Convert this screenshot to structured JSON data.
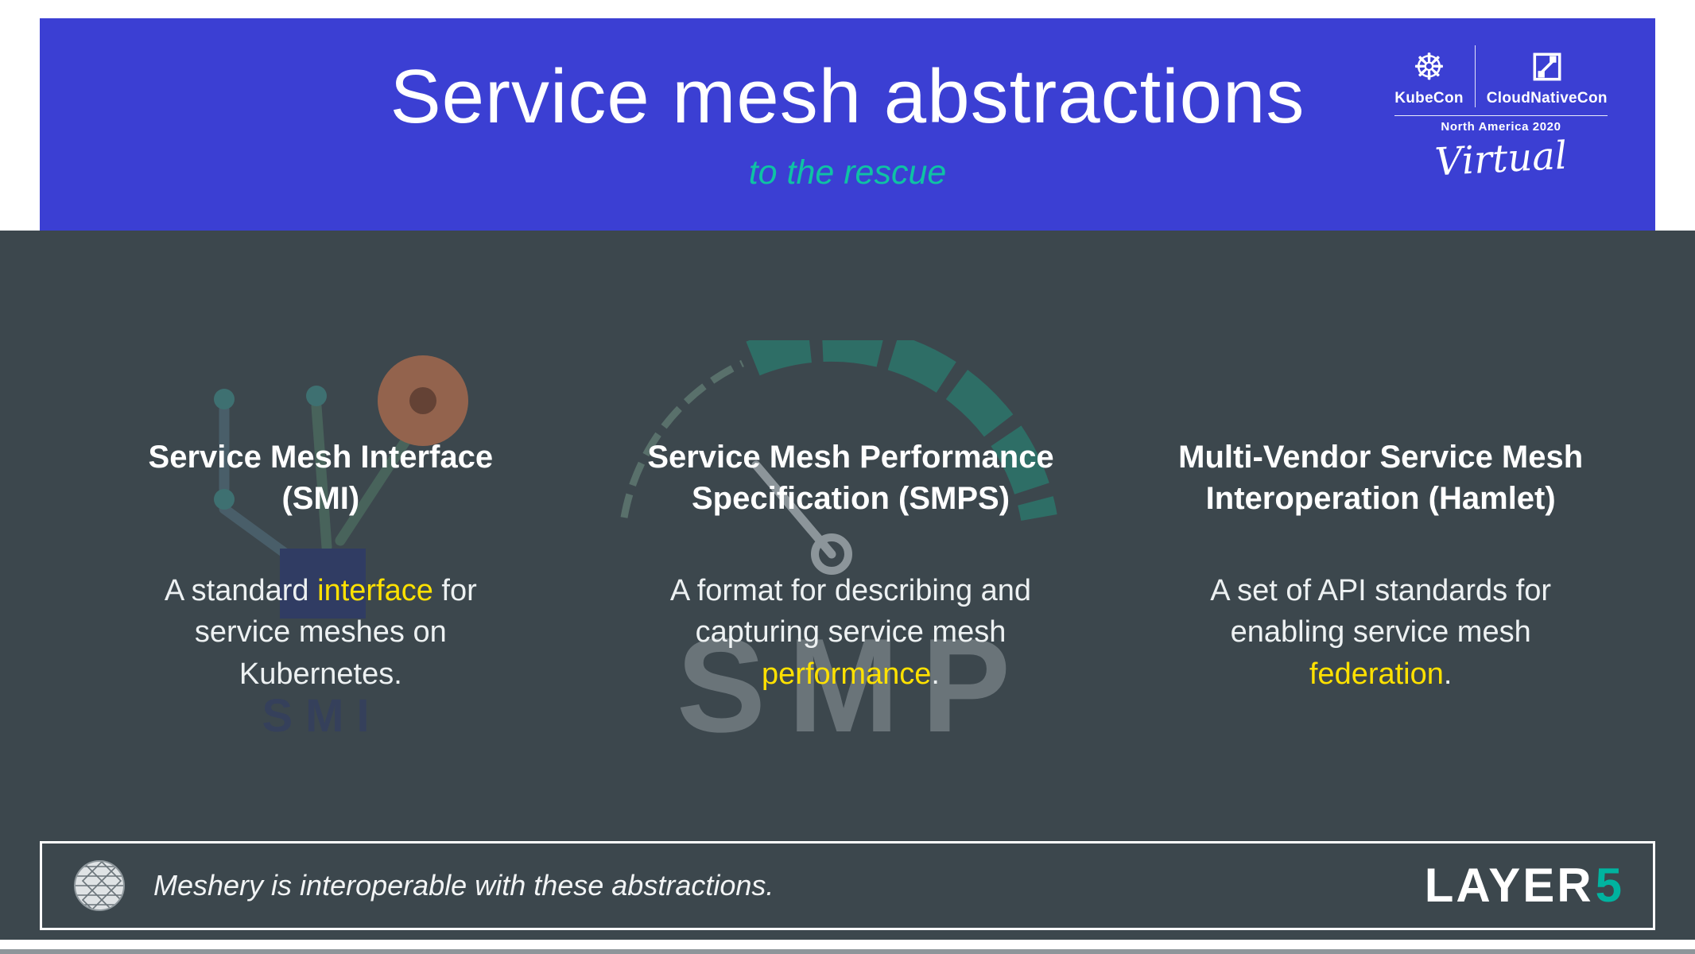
{
  "slide": {
    "background": "#3C474D",
    "header_background": "#3B3FD3",
    "highlight_color": "#FFE100",
    "accent_teal": "#00B39F",
    "subtitle_color": "#0FC2A4"
  },
  "header": {
    "title": "Service mesh abstractions",
    "subtitle": "to the rescue",
    "event": {
      "kubecon": "KubeCon",
      "cloudnativecon": "CloudNativeCon",
      "location": "North America 2020",
      "mode": "Virtual"
    }
  },
  "columns": [
    {
      "heading_line1": "Service Mesh Interface",
      "heading_line2": "(SMI)",
      "body_pre": "A standard ",
      "body_highlight": "interface",
      "body_post": " for service meshes on Kubernetes."
    },
    {
      "heading_line1": "Service Mesh Performance",
      "heading_line2": "Specification (SMPS)",
      "body_pre": "A format for describing and capturing service mesh ",
      "body_highlight": "performance",
      "body_post": "."
    },
    {
      "heading_line1": "Multi-Vendor Service Mesh",
      "heading_line2": "Interoperation (Hamlet)",
      "body_pre": "A set of API standards for enabling service mesh ",
      "body_highlight": "federation",
      "body_post": "."
    }
  ],
  "watermarks": {
    "smi_label": "SMI",
    "smp_label": "SMP"
  },
  "icons": {
    "kubernetes_glyph": "☸",
    "kubernetes": "kubernetes-wheel",
    "cncf": "cncf-cube",
    "meshery": "meshery-geodesic-sphere"
  },
  "footer": {
    "note": "Meshery is interoperable with these abstractions.",
    "brand_main": "LAYER",
    "brand_accent": "5"
  }
}
